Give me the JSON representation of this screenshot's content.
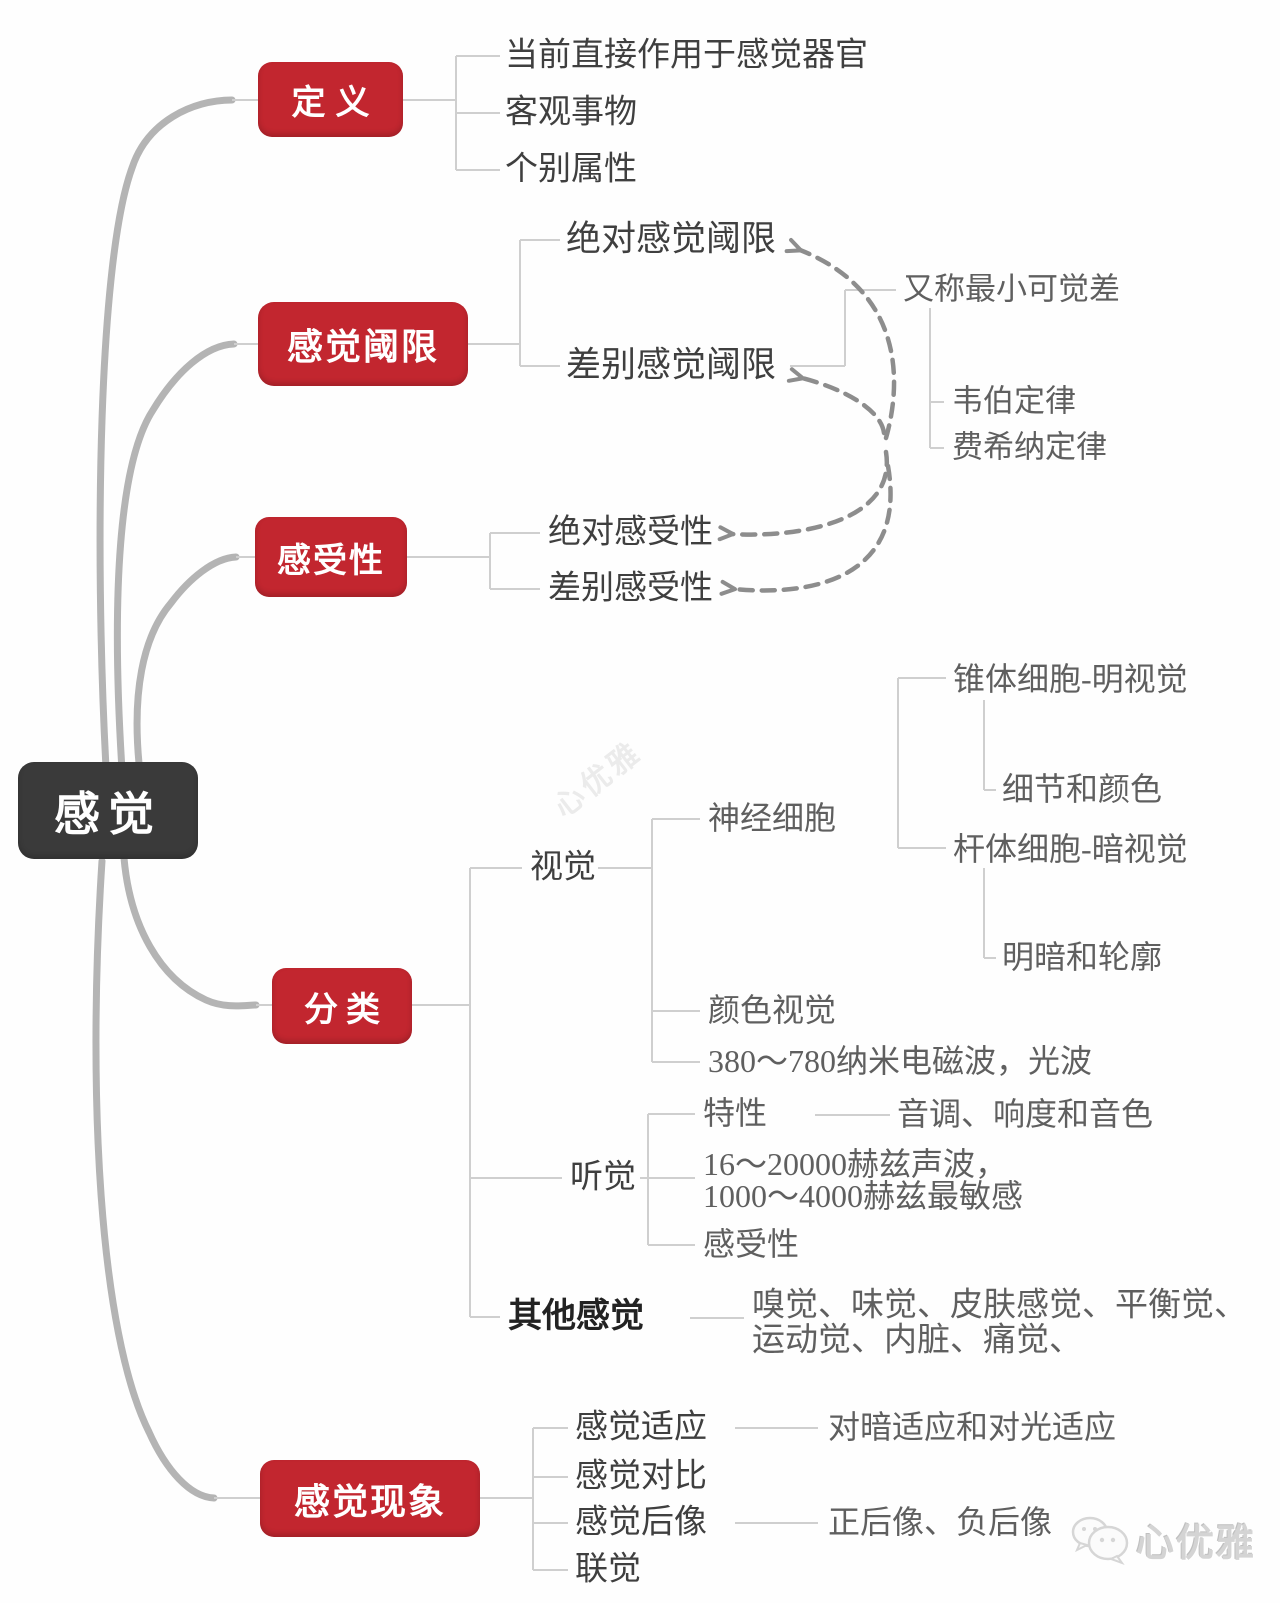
{
  "palette": {
    "branch_box_red": "#c2262f",
    "root_box_dark": "#3a3a3a",
    "thick_curve_gray": "#b4b4b4",
    "connector_light_gray": "#cfcfcf",
    "dashed_arrow_gray": "#8d8d8d",
    "text_dark": "#3f3f3f",
    "text_gray": "#5f5f5f",
    "watermark_gray": "#d4d4d4"
  },
  "root": {
    "label": "感觉"
  },
  "definition": {
    "label": "定义",
    "items": [
      "当前直接作用于感觉器官",
      "客观事物",
      "个别属性"
    ]
  },
  "threshold": {
    "label": "感觉阈限",
    "absolute": "绝对感觉阈限",
    "difference": "差别感觉阈限",
    "annotation": {
      "label": "又称最小可觉差",
      "laws": [
        "韦伯定律",
        "费希纳定律"
      ]
    }
  },
  "sensitivity": {
    "label": "感受性",
    "absolute": "绝对感受性",
    "difference": "差别感受性"
  },
  "classification": {
    "label": "分类",
    "vision": {
      "label": "视觉",
      "nerve_cells": "神经细胞",
      "color_vision": "颜色视觉",
      "wavelength": "380～780纳米电磁波，光波",
      "cone": {
        "label": "锥体细胞-明视觉",
        "function": "细节和颜色"
      },
      "rod": {
        "label": "杆体细胞-暗视觉",
        "function": "明暗和轮廓"
      }
    },
    "hearing": {
      "label": "听觉",
      "attribute": "特性",
      "attribute_detail": "音调、响度和音色",
      "range_lines": [
        "16～20000赫兹声波，",
        "1000～4000赫兹最敏感"
      ],
      "sensitivity": "感受性"
    },
    "other": {
      "label": "其他感觉",
      "list_lines": [
        "嗅觉、味觉、皮肤感觉、平衡觉、",
        "运动觉、内脏、痛觉、"
      ]
    }
  },
  "phenomena": {
    "label": "感觉现象",
    "adaptation": {
      "label": "感觉适应",
      "detail": "对暗适应和对光适应"
    },
    "contrast": {
      "label": "感觉对比"
    },
    "afterimage": {
      "label": "感觉后像",
      "detail": "正后像、负后像"
    },
    "synesthesia": {
      "label": "联觉"
    }
  },
  "watermark": {
    "label": "心优雅"
  }
}
